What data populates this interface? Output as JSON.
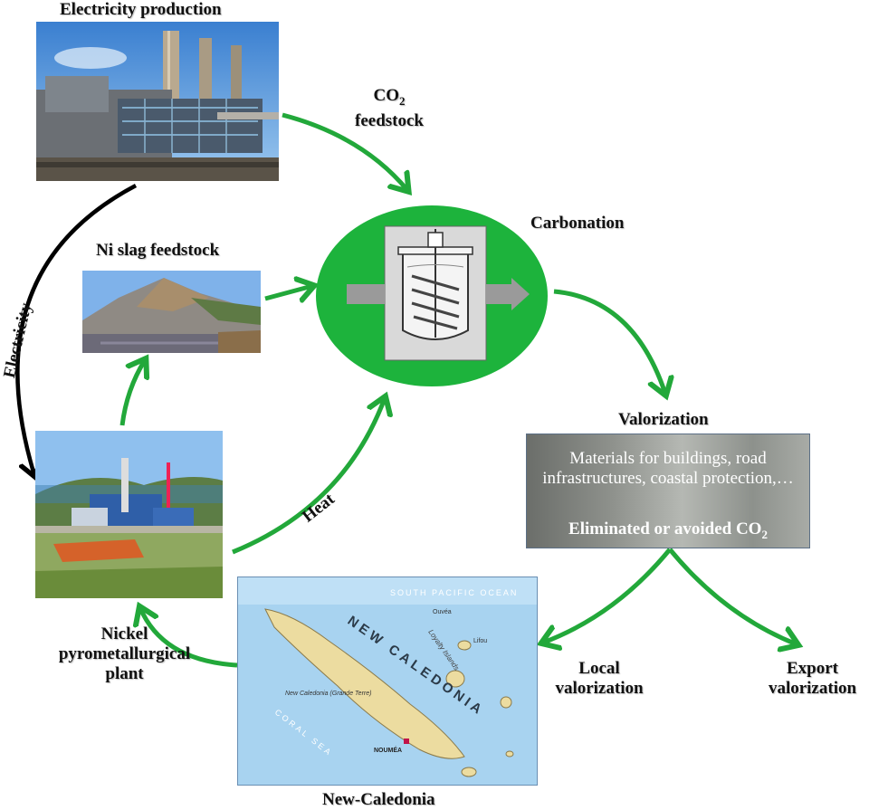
{
  "labels": {
    "electricity_production": "Electricity production",
    "co2_feedstock_main": "CO",
    "co2_feedstock_sub": "2",
    "co2_feedstock_word": "feedstock",
    "carbonation": "Carbonation",
    "ni_slag_feedstock": "Ni slag feedstock",
    "electricity": "Electricity",
    "heat": "Heat",
    "valorization": "Valorization",
    "valorization_box_text": "Materials for buildings, road infrastructures, coastal protection,…",
    "eliminated_co2_main": "Eliminated or avoided CO",
    "eliminated_co2_sub": "2",
    "nickel_plant_line1": "Nickel",
    "nickel_plant_line2": "pyrometallurgical",
    "nickel_plant_line3": "plant",
    "local_valorization_line1": "Local",
    "local_valorization_line2": "valorization",
    "export_valorization_line1": "Export",
    "export_valorization_line2": "valorization",
    "new_caledonia": "New-Caledonia"
  },
  "map": {
    "title": "NEW CALEDONIA",
    "ocean": "SOUTH PACIFIC OCEAN",
    "sea": "CORAL SEA",
    "capital": "NOUMÉA",
    "loyalty": "Loyalty Islands",
    "lifou": "Lifou",
    "ouvea": "Ouvéa",
    "grande_terre": "New Caledonia (Grande Terre)"
  },
  "colors": {
    "arrow_green": "#22a83a",
    "circle_green": "#1db33c",
    "arrow_black": "#000000"
  }
}
